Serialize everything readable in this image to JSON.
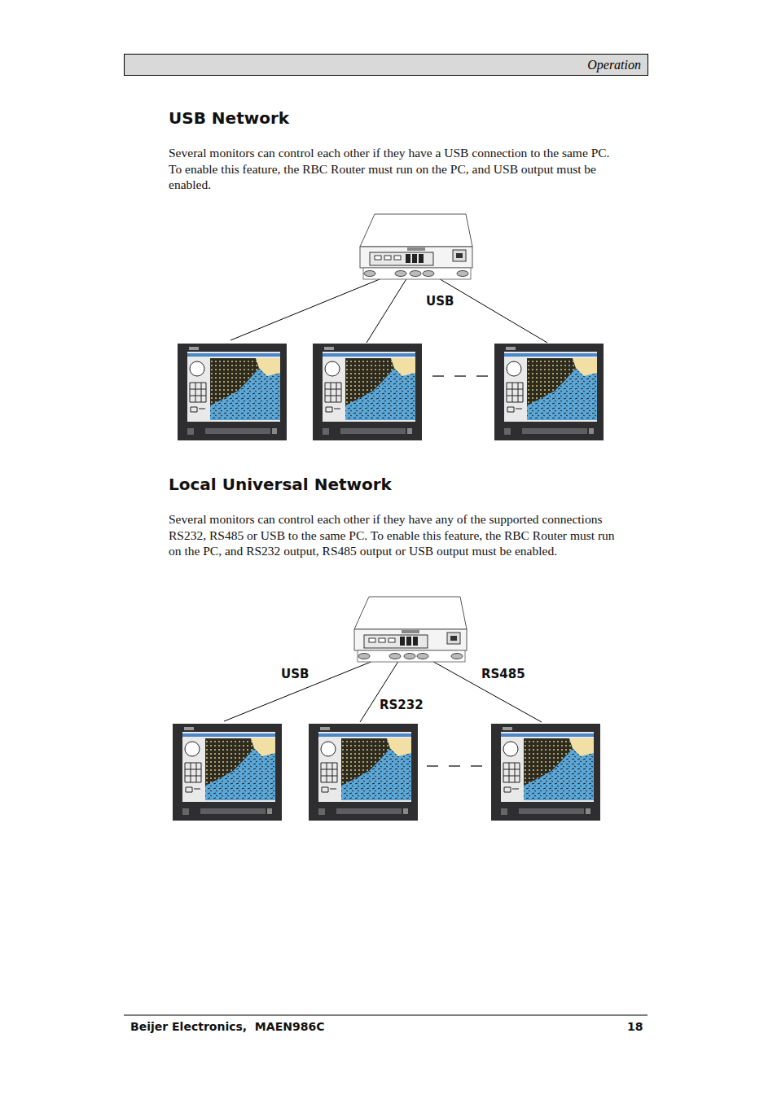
{
  "diagram": {
    "nodes": [
      {
        "text": [
          "Operation"
        ]
      }
    ],
    "labels": [
      "USB Network",
      "Several monitors can control each other if they have a USB connection to the same PC. To enable this feature, the RBC Router must run on the PC, and USB output must be enabled.",
      "USB",
      "Local Universal Network",
      "Several monitors can control each other if they have any of the supported connections RS232, RS485 or USB to the same PC. To enable this feature, the RBC Router must run on the PC, and RS232 output, RS485 output or USB output must be enabled.",
      "USB",
      "RS485",
      "RS232",
      "Beijer Electronics,  MAEN986C",
      "18"
    ]
  }
}
